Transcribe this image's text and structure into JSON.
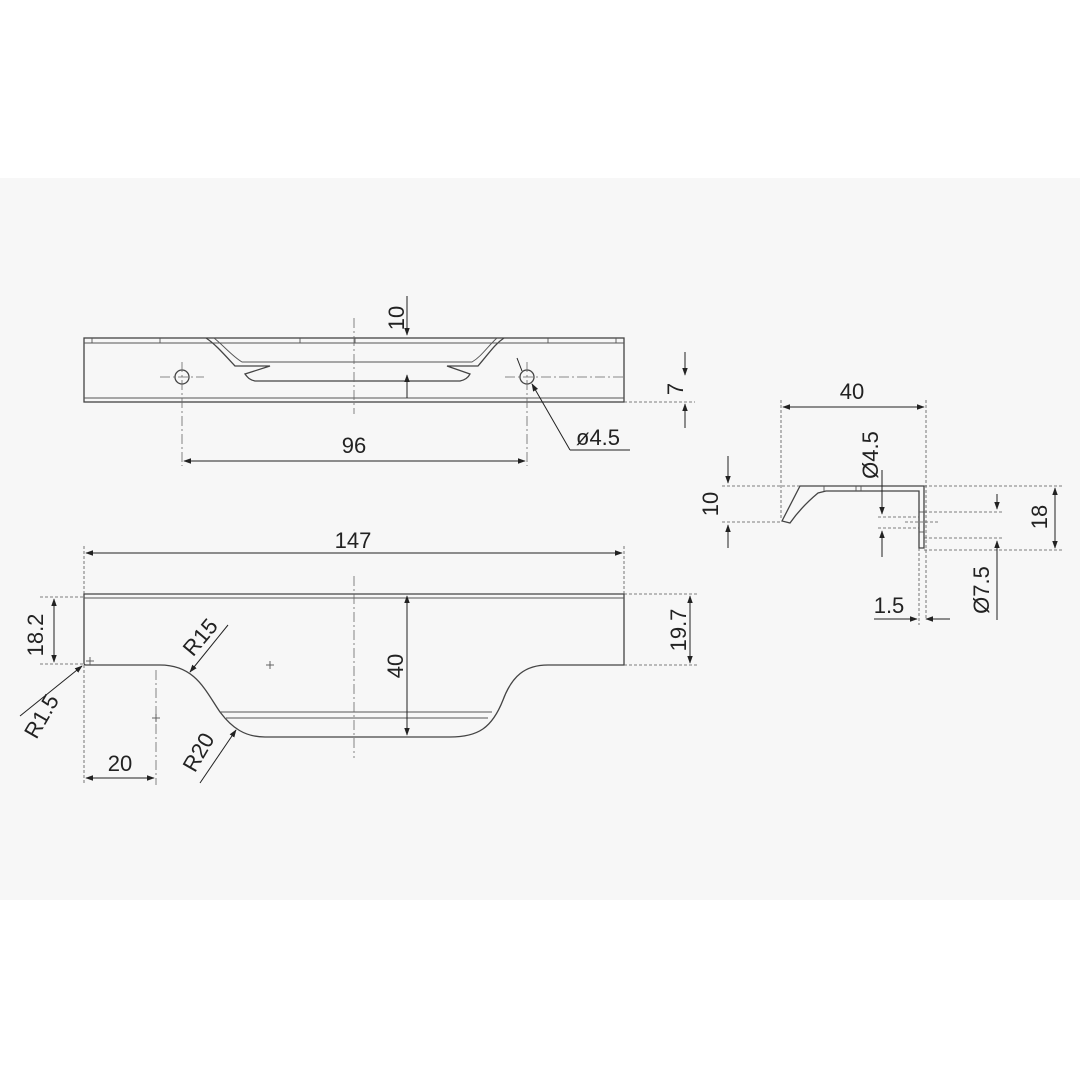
{
  "drawing": {
    "top_view": {
      "depth_label": "10",
      "hole_offset_label": "7",
      "hole_spacing_label": "96",
      "hole_diameter_label": "ø4.5"
    },
    "front_view": {
      "overall_length_label": "147",
      "height_label": "40",
      "upper_height_label": "18.2",
      "right_height_label": "19.7",
      "inset_label": "20",
      "corner_radius_label": "R1.5",
      "upper_radius_label": "R15",
      "lower_radius_label": "R20"
    },
    "side_view": {
      "depth_label": "40",
      "lip_label": "10",
      "total_label": "18",
      "thickness_label": "1.5",
      "hole_label": "Ø4.5",
      "counterbore_label": "Ø7.5"
    }
  }
}
